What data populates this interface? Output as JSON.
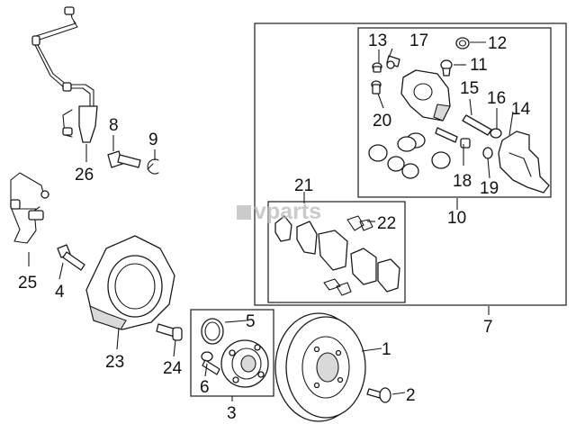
{
  "watermark": {
    "text": "vparts"
  },
  "callouts": {
    "c1": "1",
    "c2": "2",
    "c3": "3",
    "c4": "4",
    "c5": "5",
    "c6": "6",
    "c7": "7",
    "c8": "8",
    "c9": "9",
    "c10": "10",
    "c11": "11",
    "c12": "12",
    "c13": "13",
    "c14": "14",
    "c15": "15",
    "c16": "16",
    "c17": "17",
    "c18": "18",
    "c19": "19",
    "c20": "20",
    "c21": "21",
    "c22": "22",
    "c23": "23",
    "c24": "24",
    "c25": "25",
    "c26": "26"
  },
  "colors": {
    "line": "#1a1a1a",
    "watermark": "#b9b9b9",
    "background": "#ffffff"
  }
}
